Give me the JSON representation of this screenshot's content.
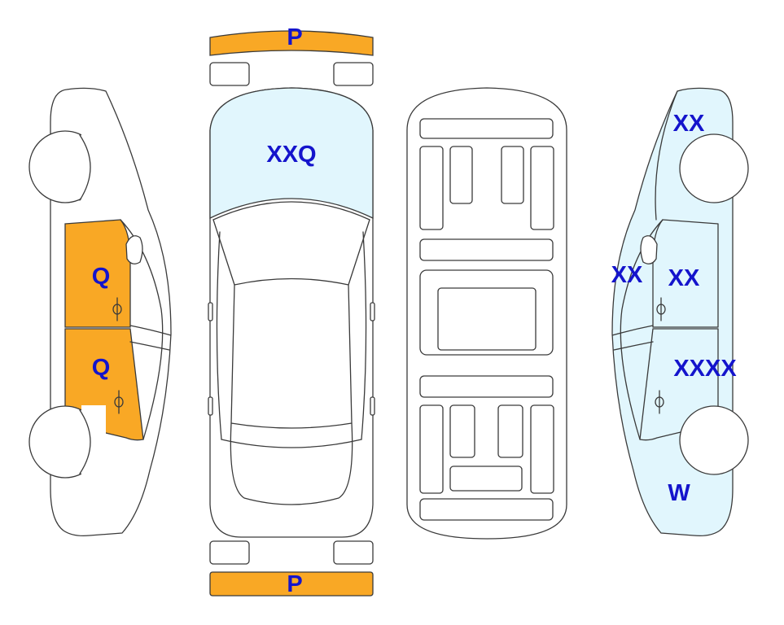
{
  "colors": {
    "orange": "#f9a825",
    "light_blue": "#e1f6fd",
    "label": "#1414cc",
    "outline": "#3a3a3a"
  },
  "views": {
    "top": {
      "front_bumper_label": "P",
      "windshield_label": "XXQ",
      "rear_bumper_label": "P"
    },
    "left_side": {
      "front_door_label": "Q",
      "rear_door_label": "Q"
    },
    "right_side": {
      "front_fender_label": "XX",
      "mirror_label": "XX",
      "front_door_label": "XX",
      "rear_door_label": "XXXX",
      "rear_quarter_label": "W"
    }
  }
}
